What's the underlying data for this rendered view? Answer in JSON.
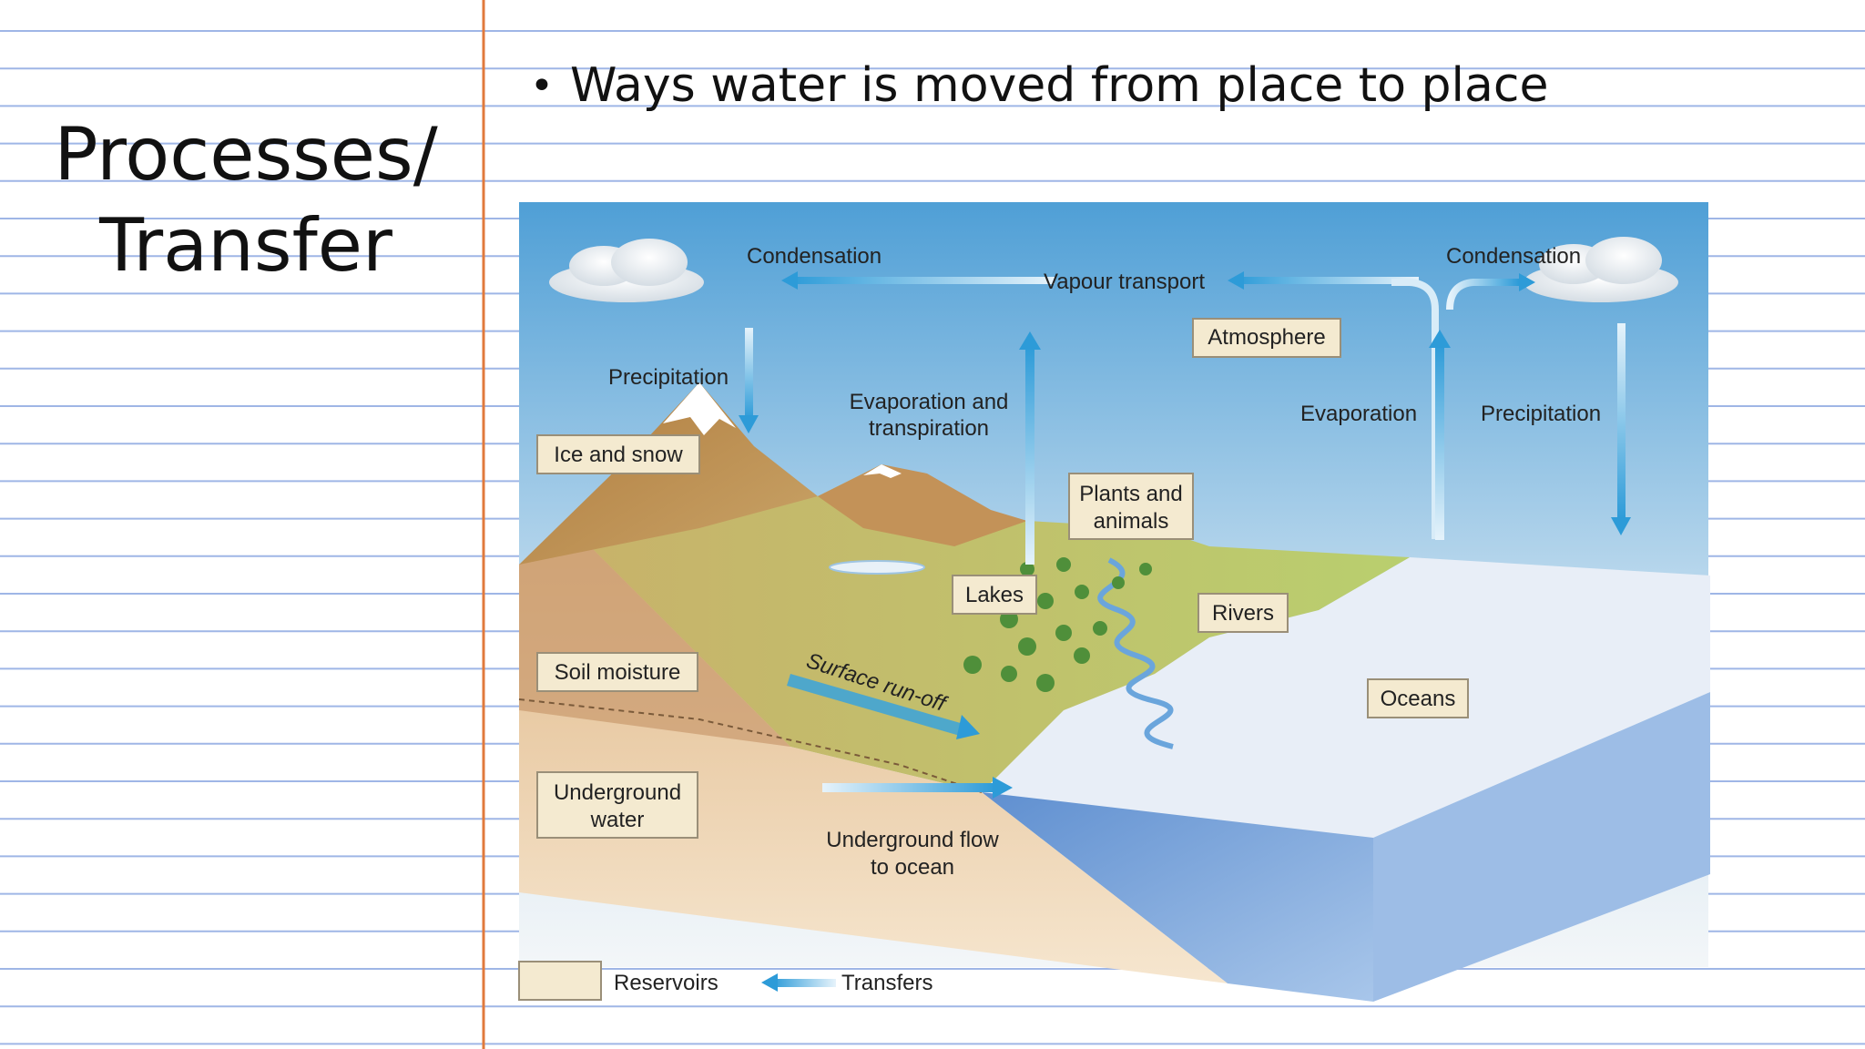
{
  "slide": {
    "title_line1": "Processes/",
    "title_line2": "Transfer",
    "bullet": "Ways water is moved from place to place"
  },
  "diagram": {
    "labels": {
      "condensation_left": "Condensation",
      "vapour_transport": "Vapour transport",
      "condensation_right": "Condensation",
      "atmosphere": "Atmosphere",
      "precipitation_left": "Precipitation",
      "evap_transp_1": "Evaporation and",
      "evap_transp_2": "transpiration",
      "evaporation": "Evaporation",
      "precipitation_right": "Precipitation",
      "ice_and_snow": "Ice and snow",
      "plants_1": "Plants and",
      "plants_2": "animals",
      "lakes": "Lakes",
      "rivers": "Rivers",
      "soil_moisture": "Soil moisture",
      "surface_runoff": "Surface run-off",
      "oceans": "Oceans",
      "underground_1": "Underground",
      "underground_2": "water",
      "flow_1": "Underground flow",
      "flow_2": "to ocean",
      "legend_reservoirs": "Reservoirs",
      "legend_transfers": "Transfers"
    },
    "colors": {
      "sky_top": "#4f9fd6",
      "sky_bottom": "#f3f6f8",
      "arrow": "#2d9bd8",
      "land": "#b98a4e",
      "grass": "#b9cf6e",
      "ocean_top": "#e8eef7",
      "ocean_side": "#7fa6d9",
      "reservoir_box": "#f4ead0"
    }
  }
}
